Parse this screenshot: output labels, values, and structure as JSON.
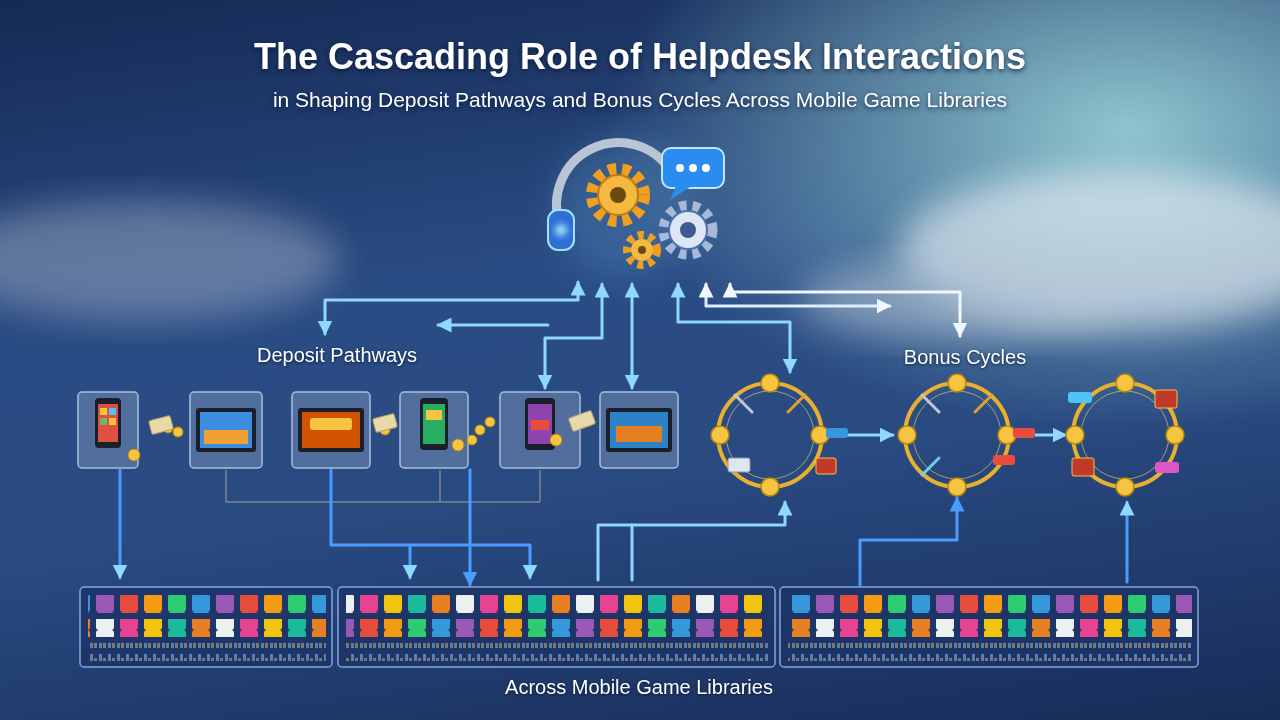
{
  "diagram": {
    "title": "The Cascading Role of Helpdesk Interactions",
    "nodes": [
      {
        "text": [
          "Deposit Pathways"
        ]
      },
      {
        "text": [
          "Bonus Cycles"
        ]
      },
      {
        "text": [
          "Across Mobile Game Libraries"
        ]
      }
    ],
    "edges": [
      {
        "from": 0,
        "to": 2,
        "arrow": "to"
      },
      {
        "from": 2,
        "to": 1,
        "arrow": "to"
      }
    ],
    "labels": [
      "in Shaping Deposit Pathways and Bonus Cycles Across Mobile Game Libraries"
    ]
  }
}
